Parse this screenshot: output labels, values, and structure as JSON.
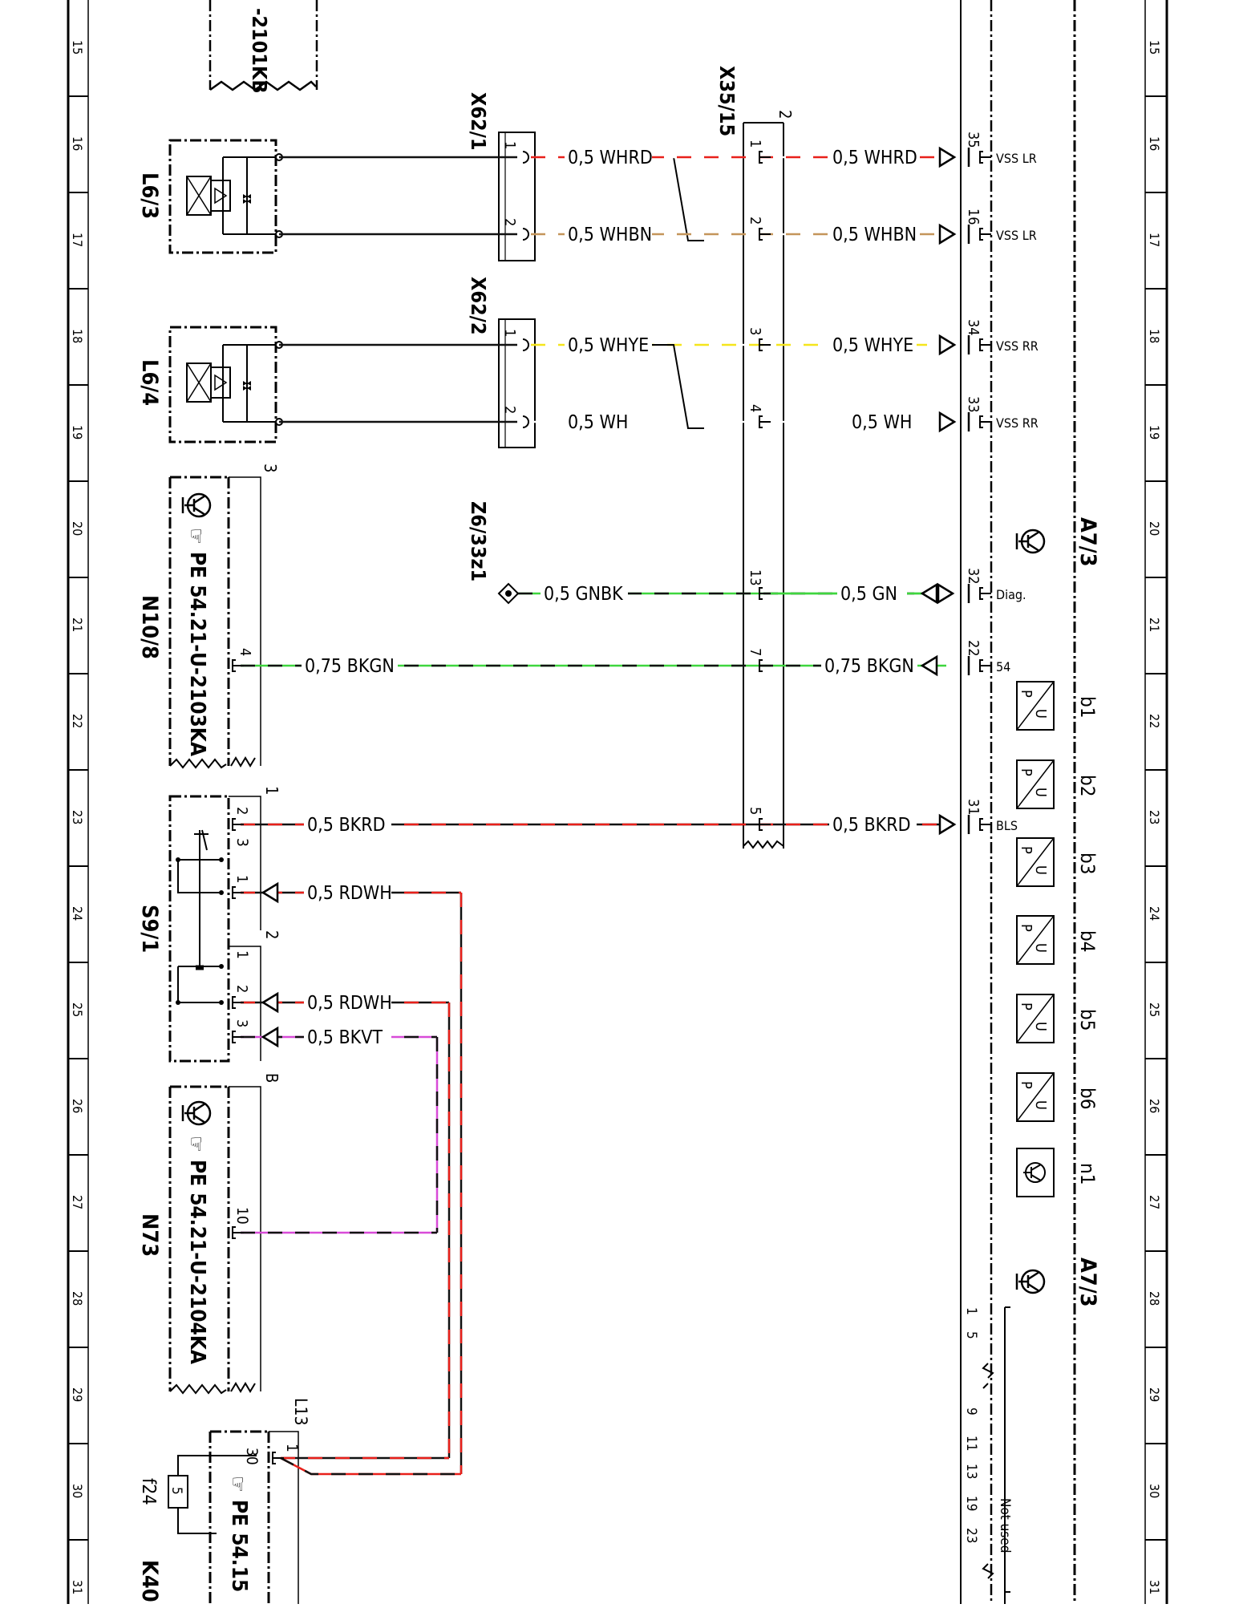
{
  "wire_colors": {
    "WH": "#ffffff",
    "RD": "#e8201a",
    "BN": "#c4955a",
    "YE": "#f5e51b",
    "GN": "#3ed63e",
    "BK": "#111111",
    "VT": "#d84bd8"
  },
  "grid_numbers": [
    "15",
    "16",
    "17",
    "18",
    "19",
    "20",
    "21",
    "22",
    "23",
    "24",
    "25",
    "26",
    "27",
    "28",
    "29",
    "30",
    "31"
  ],
  "components": {
    "top_ref": "-2101KB",
    "L63": "L6/3",
    "L64": "L6/4",
    "N108": "N10/8",
    "N108_ref": "PE 54.21-U-2103KA",
    "S91": "S9/1",
    "N73": "N73",
    "N73_ref": "PE 54.21-U-2104KA",
    "K40": "K40",
    "K40_ref": "PE 54.15",
    "f24": "f24",
    "f24_val": "5",
    "X621": "X62/1",
    "X622": "X62/2",
    "X3515": "X35/15",
    "Z633": "Z6/33z1",
    "A73": "A7/3",
    "A73b": "A7/3",
    "L13": "L13"
  },
  "wires": [
    {
      "label": "0,5  WHRD",
      "label2": "0,5  WHRD",
      "pins": [
        "1",
        "1",
        "35"
      ],
      "sig": "VSS LR"
    },
    {
      "label": "0,5  WHBN",
      "label2": "0,5  WHBN",
      "pins": [
        "2",
        "2",
        "16"
      ],
      "sig": "VSS LR"
    },
    {
      "label": "0,5  WHYE",
      "label2": "0,5  WHYE",
      "pins": [
        "1",
        "3",
        "34"
      ],
      "sig": "VSS RR"
    },
    {
      "label": "0,5  WH",
      "label2": "0,5  WH",
      "pins": [
        "2",
        "4",
        "33"
      ],
      "sig": "VSS RR"
    },
    {
      "label": "0,5  GNBK",
      "label2": "0,5  GN",
      "pins": [
        "13",
        "32"
      ],
      "sig": "Diag."
    },
    {
      "label": "0,75  BKGN",
      "label2": "0,75  BKGN",
      "pins": [
        "4",
        "7",
        "22"
      ],
      "sig": "54"
    },
    {
      "label": "0,5  BKRD",
      "label2": "0,5  BKRD",
      "pins": [
        "2",
        "5",
        "31"
      ],
      "sig": "BLS"
    },
    {
      "label": "0,5  RDWH",
      "pins": [
        "1"
      ]
    },
    {
      "label": "0,5  RDWH",
      "pins": [
        "2"
      ]
    },
    {
      "label": "0,5  BKVT",
      "pins": [
        "3"
      ]
    }
  ],
  "connector_misc": {
    "x3515_num": "2",
    "n108_num": "3",
    "s91_a": "1",
    "s91_b": "2",
    "s91_3a": "3",
    "s91_1b": "1",
    "n73_b": "B",
    "n73_pin": "10",
    "k40_30": "30",
    "k40_1": "1"
  },
  "sensors": [
    "b1",
    "b2",
    "b3",
    "b4",
    "b5",
    "b6",
    "n1"
  ],
  "sensor_glyph": [
    "P",
    "U"
  ],
  "bottom_pins": [
    "1",
    "5",
    "9",
    "11",
    "13",
    "19",
    "23"
  ],
  "not_used": "Not used"
}
